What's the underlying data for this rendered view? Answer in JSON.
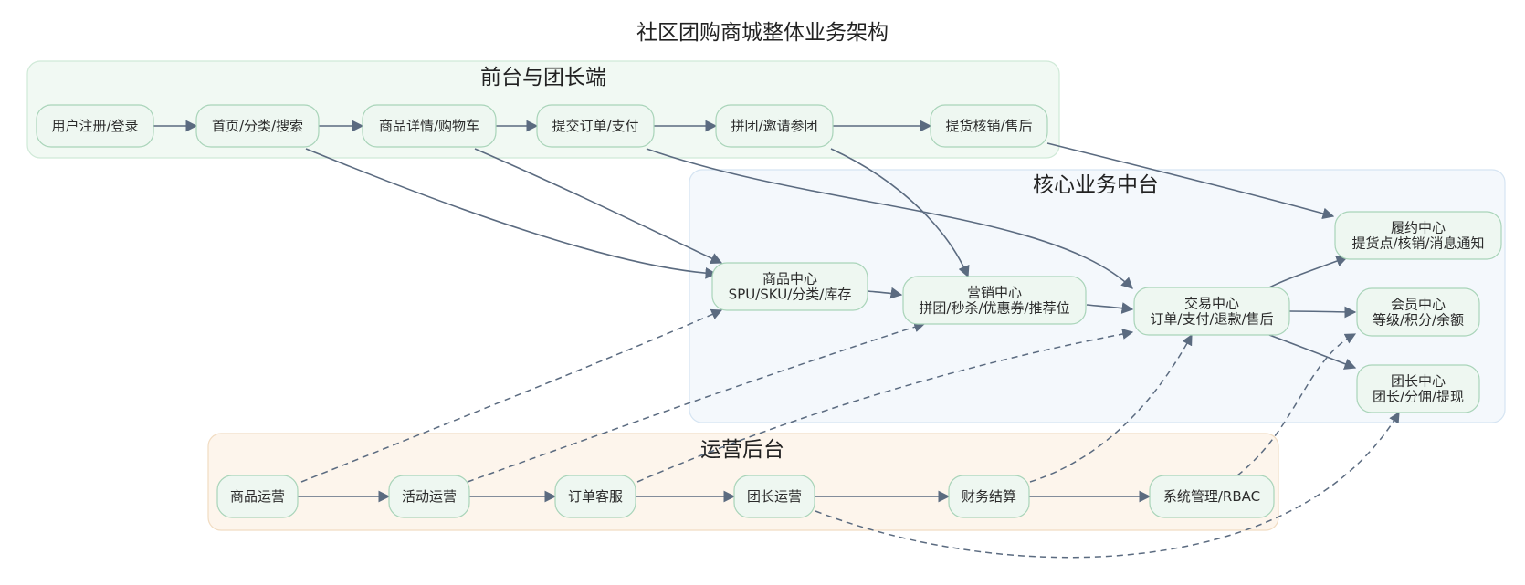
{
  "title": "社区团购商城整体业务架构",
  "colors": {
    "front_fill": "#f1f9f3",
    "front_stroke": "#cfe9d7",
    "core_fill": "#f4f8fc",
    "core_stroke": "#d5e4f2",
    "ops_fill": "#fdf5ec",
    "ops_stroke": "#f1dcc2",
    "node_fill": "#eef7f1",
    "node_stroke": "#a9d4b9",
    "edge": "#5b6b80"
  },
  "groups": {
    "front": {
      "label": "前台与团长端"
    },
    "core": {
      "label": "核心业务中台"
    },
    "ops": {
      "label": "运营后台"
    }
  },
  "nodes": {
    "register": {
      "lines": [
        "用户注册/登录"
      ]
    },
    "home": {
      "lines": [
        "首页/分类/搜索"
      ]
    },
    "detail": {
      "lines": [
        "商品详情/购物车"
      ]
    },
    "submit": {
      "lines": [
        "提交订单/支付"
      ]
    },
    "groupbuy": {
      "lines": [
        "拼团/邀请参团"
      ]
    },
    "pickup": {
      "lines": [
        "提货核销/售后"
      ]
    },
    "product_center": {
      "lines": [
        "商品中心",
        "SPU/SKU/分类/库存"
      ]
    },
    "marketing_center": {
      "lines": [
        "营销中心",
        "拼团/秒杀/优惠券/推荐位"
      ]
    },
    "trade_center": {
      "lines": [
        "交易中心",
        "订单/支付/退款/售后"
      ]
    },
    "fulfill_center": {
      "lines": [
        "履约中心",
        "提货点/核销/消息通知"
      ]
    },
    "member_center": {
      "lines": [
        "会员中心",
        "等级/积分/余额"
      ]
    },
    "leader_center": {
      "lines": [
        "团长中心",
        "团长/分佣/提现"
      ]
    },
    "op_product": {
      "lines": [
        "商品运营"
      ]
    },
    "op_activity": {
      "lines": [
        "活动运营"
      ]
    },
    "op_order": {
      "lines": [
        "订单客服"
      ]
    },
    "op_leader": {
      "lines": [
        "团长运营"
      ]
    },
    "op_finance": {
      "lines": [
        "财务结算"
      ]
    },
    "op_system": {
      "lines": [
        "系统管理/RBAC"
      ]
    }
  },
  "edges": [
    {
      "from": "register",
      "to": "home",
      "style": "solid"
    },
    {
      "from": "home",
      "to": "detail",
      "style": "solid"
    },
    {
      "from": "detail",
      "to": "submit",
      "style": "solid"
    },
    {
      "from": "submit",
      "to": "groupbuy",
      "style": "solid"
    },
    {
      "from": "groupbuy",
      "to": "pickup",
      "style": "solid"
    },
    {
      "from": "home",
      "to": "product_center",
      "style": "solid"
    },
    {
      "from": "detail",
      "to": "product_center",
      "style": "solid"
    },
    {
      "from": "submit",
      "to": "trade_center",
      "style": "solid"
    },
    {
      "from": "groupbuy",
      "to": "marketing_center",
      "style": "solid"
    },
    {
      "from": "pickup",
      "to": "fulfill_center",
      "style": "solid"
    },
    {
      "from": "product_center",
      "to": "marketing_center",
      "style": "solid"
    },
    {
      "from": "marketing_center",
      "to": "trade_center",
      "style": "solid"
    },
    {
      "from": "trade_center",
      "to": "fulfill_center",
      "style": "solid"
    },
    {
      "from": "trade_center",
      "to": "member_center",
      "style": "solid"
    },
    {
      "from": "trade_center",
      "to": "leader_center",
      "style": "solid"
    },
    {
      "from": "op_product",
      "to": "op_activity",
      "style": "solid"
    },
    {
      "from": "op_activity",
      "to": "op_order",
      "style": "solid"
    },
    {
      "from": "op_order",
      "to": "op_leader",
      "style": "solid"
    },
    {
      "from": "op_leader",
      "to": "op_finance",
      "style": "solid"
    },
    {
      "from": "op_finance",
      "to": "op_system",
      "style": "solid"
    },
    {
      "from": "op_product",
      "to": "product_center",
      "style": "dashed"
    },
    {
      "from": "op_activity",
      "to": "marketing_center",
      "style": "dashed"
    },
    {
      "from": "op_order",
      "to": "trade_center",
      "style": "dashed"
    },
    {
      "from": "op_finance",
      "to": "trade_center",
      "style": "dashed"
    },
    {
      "from": "op_system",
      "to": "member_center",
      "style": "dashed"
    },
    {
      "from": "op_leader",
      "to": "leader_center",
      "style": "dashed"
    }
  ]
}
